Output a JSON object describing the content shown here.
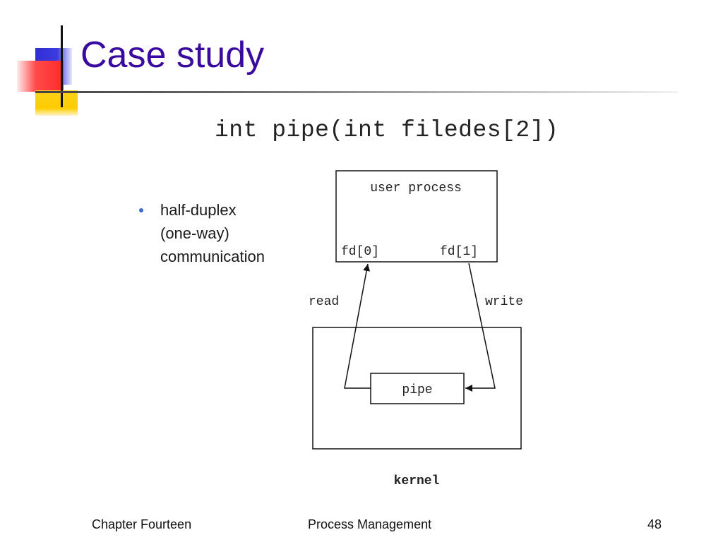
{
  "slide": {
    "title": "Case study",
    "signature": "int pipe(int filedes[2])",
    "bullet": {
      "lines": [
        "half-duplex",
        "(one-way)",
        "communication"
      ]
    }
  },
  "diagram": {
    "user_process_label": "user process",
    "fd0_label": "fd[0]",
    "fd1_label": "fd[1]",
    "read_label": "read",
    "write_label": "write",
    "pipe_label": "pipe",
    "kernel_label": "kernel"
  },
  "footer": {
    "left": "Chapter Fourteen",
    "center": "Process Management",
    "page_number": "48"
  },
  "colors": {
    "title": "#3a0aa0",
    "accent_blue": "#2f2fd6",
    "accent_red": "#ff2a2a",
    "accent_yellow": "#ffcc00"
  }
}
